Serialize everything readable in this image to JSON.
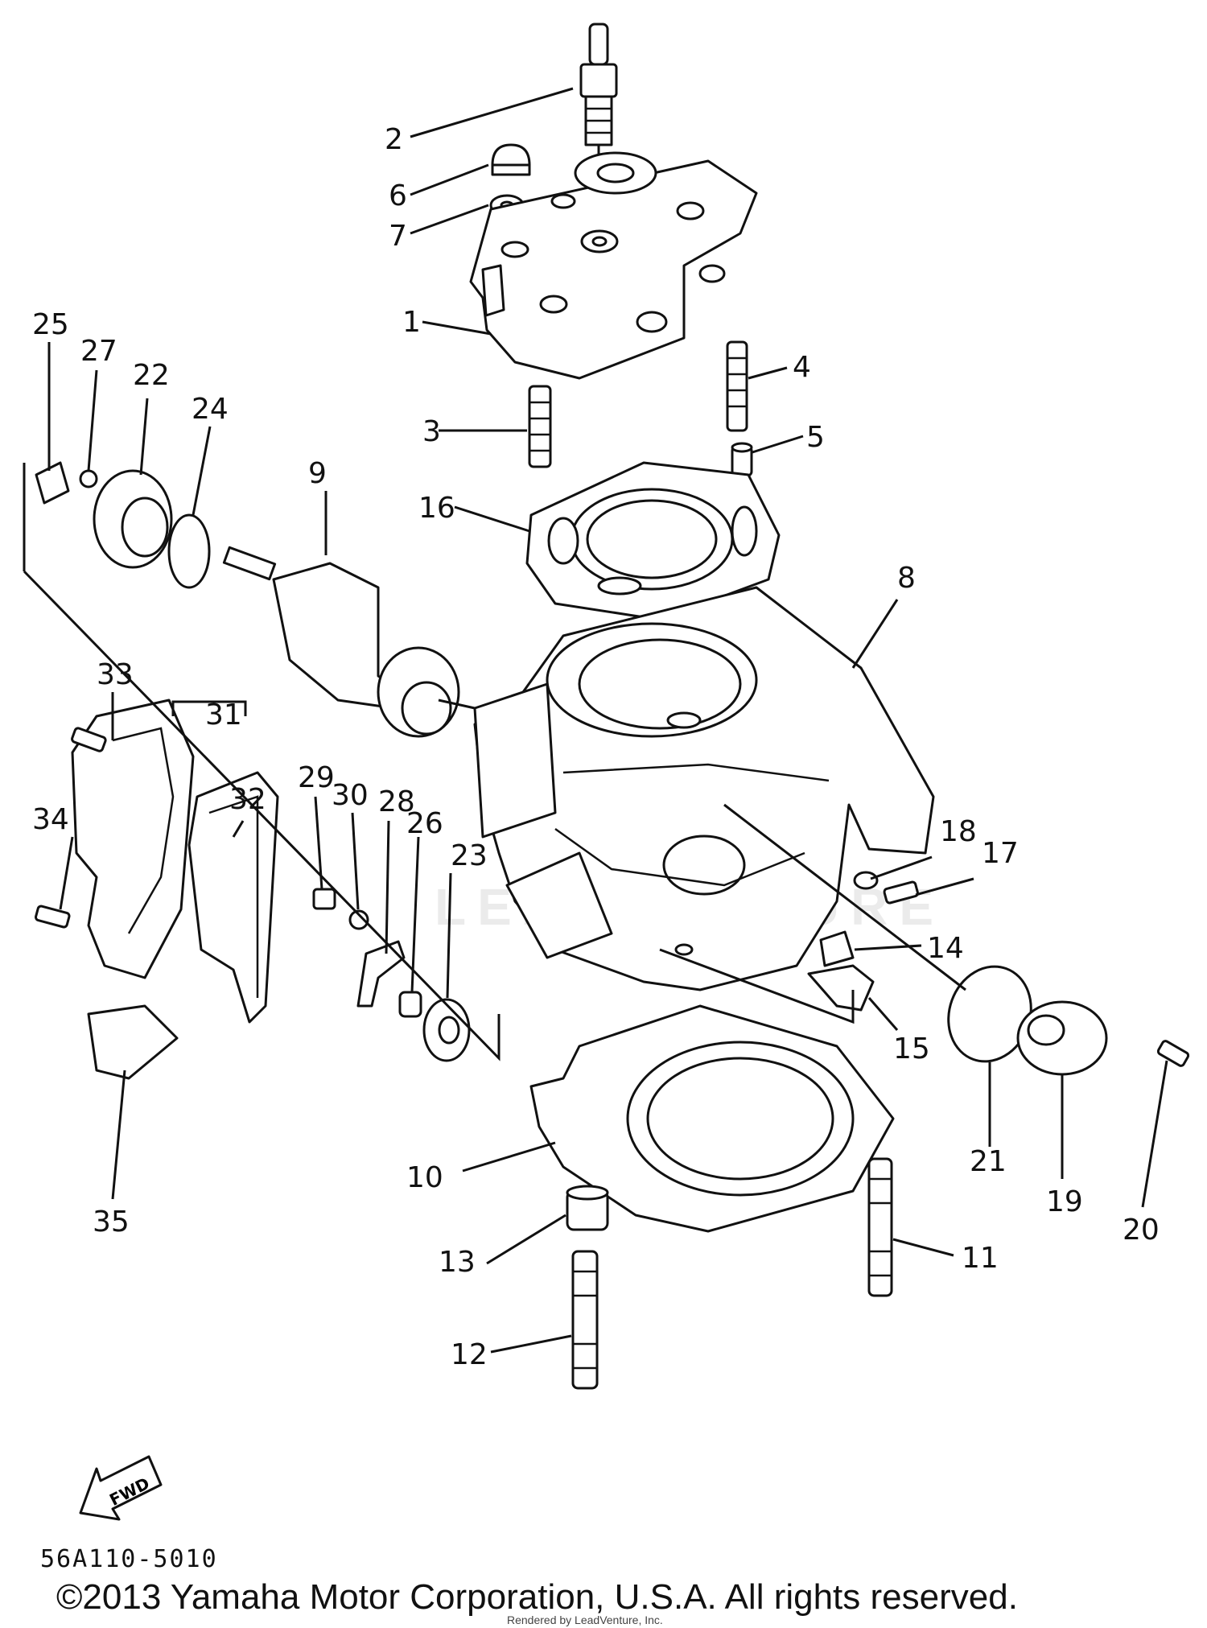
{
  "footer": {
    "diagram_code": "56A110-5010",
    "copyright": "©2013 Yamaha Motor Corporation, U.S.A. All rights reserved.",
    "rendered_by": "Rendered by LeadVenture, Inc."
  },
  "watermark": "LEADVENTURE",
  "fwd_label": "FWD",
  "callouts": [
    "1",
    "2",
    "3",
    "4",
    "5",
    "6",
    "7",
    "8",
    "9",
    "10",
    "11",
    "12",
    "13",
    "14",
    "15",
    "16",
    "17",
    "18",
    "19",
    "20",
    "21",
    "22",
    "23",
    "24",
    "25",
    "26",
    "27",
    "28",
    "29",
    "30",
    "31",
    "32",
    "33",
    "34",
    "35"
  ]
}
